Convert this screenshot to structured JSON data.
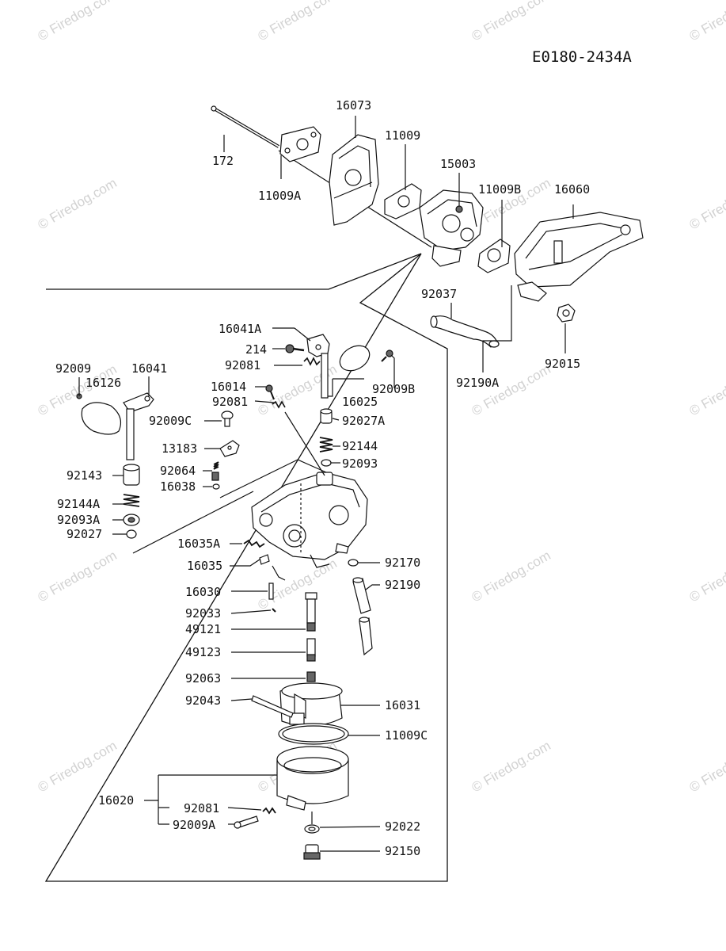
{
  "drawing_id": "E0180-2434A",
  "watermark": "© Firedog.com",
  "part_labels": {
    "p16073": "16073",
    "p172": "172",
    "p11009A": "11009A",
    "p11009": "11009",
    "p15003": "15003",
    "p11009B": "11009B",
    "p16060": "16060",
    "p92037": "92037",
    "p92015": "92015",
    "p92190A": "92190A",
    "p16041A": "16041A",
    "p214": "214",
    "p92081a": "92081",
    "p16014": "16014",
    "p92081b": "92081",
    "p16025": "16025",
    "p92009B": "92009B",
    "p92009": "92009",
    "p16041": "16041",
    "p16126": "16126",
    "p92009C": "92009C",
    "p92027A": "92027A",
    "p13183": "13183",
    "p92144": "92144",
    "p92064": "92064",
    "p92093": "92093",
    "p16038": "16038",
    "p92143": "92143",
    "p92144A": "92144A",
    "p92093A": "92093A",
    "p92027": "92027",
    "p16035A": "16035A",
    "p16035": "16035",
    "p92170": "92170",
    "p92190": "92190",
    "p16030": "16030",
    "p92033": "92033",
    "p49121": "49121",
    "p49123": "49123",
    "p92063": "92063",
    "p92043": "92043",
    "p16031": "16031",
    "p11009C": "11009C",
    "p16020": "16020",
    "p92081c": "92081",
    "p92009A": "92009A",
    "p92022": "92022",
    "p92150": "92150"
  }
}
